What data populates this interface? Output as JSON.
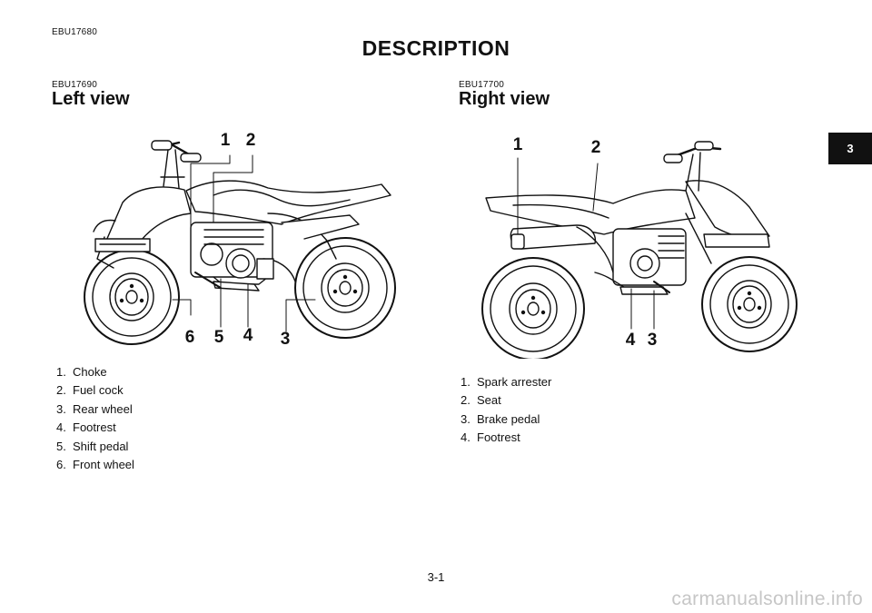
{
  "document": {
    "code": "EBU17680",
    "title": "DESCRIPTION",
    "chapter_tab": "3",
    "page_number": "3-1",
    "watermark": "carmanualsonline.info"
  },
  "left_view": {
    "code": "EBU17690",
    "title": "Left view",
    "callouts": [
      "1",
      "2",
      "6",
      "5",
      "4",
      "3"
    ],
    "parts": [
      {
        "num": "1.",
        "label": "Choke"
      },
      {
        "num": "2.",
        "label": "Fuel cock"
      },
      {
        "num": "3.",
        "label": "Rear wheel"
      },
      {
        "num": "4.",
        "label": "Footrest"
      },
      {
        "num": "5.",
        "label": "Shift pedal"
      },
      {
        "num": "6.",
        "label": "Front wheel"
      }
    ]
  },
  "right_view": {
    "code": "EBU17700",
    "title": "Right view",
    "callouts": [
      "1",
      "2",
      "4",
      "3"
    ],
    "parts": [
      {
        "num": "1.",
        "label": "Spark arrester"
      },
      {
        "num": "2.",
        "label": "Seat"
      },
      {
        "num": "3.",
        "label": "Brake pedal"
      },
      {
        "num": "4.",
        "label": "Footrest"
      }
    ]
  }
}
